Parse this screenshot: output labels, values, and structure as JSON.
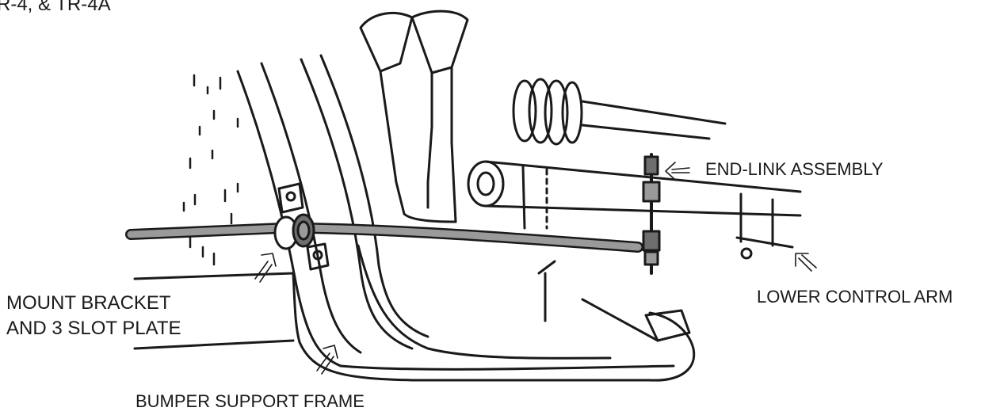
{
  "header": {
    "text": "R-4, & TR-4A"
  },
  "labels": {
    "end_link": "END-LINK ASSEMBLY",
    "lower_control_arm": "LOWER CONTROL ARM",
    "mount_bracket_line1": "MOUNT BRACKET",
    "mount_bracket_line2": "AND 3 SLOT PLATE",
    "bumper_support": "BUMPER SUPPORT FRAME"
  },
  "colors": {
    "ink": "#1a1a1a",
    "bar": "#9a9a9a",
    "bushing": "#6e6e6e"
  }
}
